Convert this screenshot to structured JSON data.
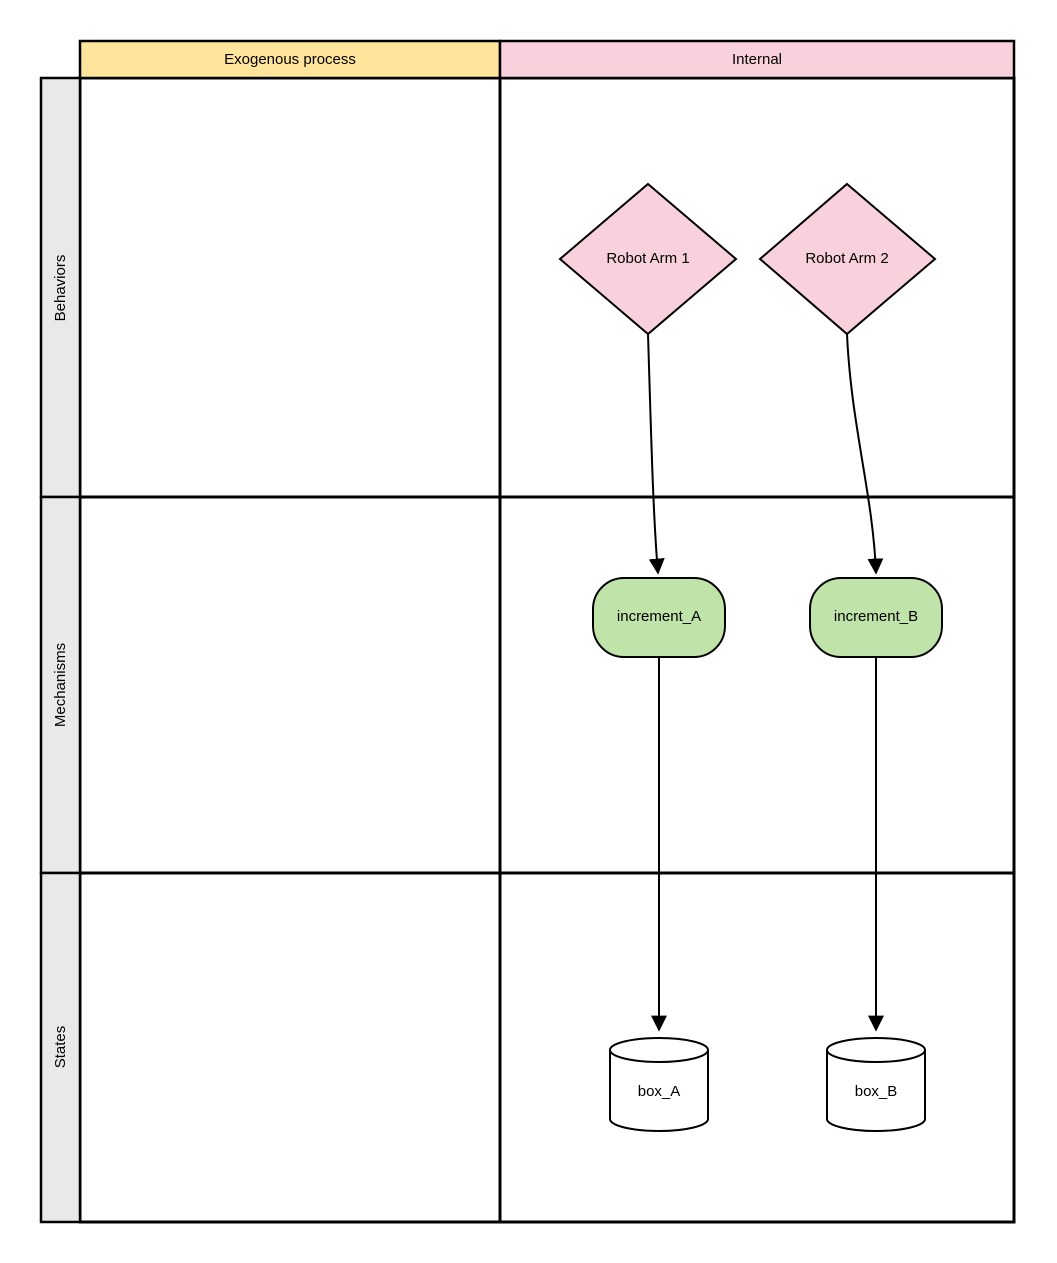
{
  "diagram": {
    "title": "behavior-mechanism-state swimlane diagram",
    "column_headers": [
      {
        "label": "Exogenous process",
        "fill": "#ffe59b"
      },
      {
        "label": "Internal",
        "fill": "#f9d1dc"
      }
    ],
    "row_headers": [
      {
        "label": "Behaviors"
      },
      {
        "label": "Mechanisms"
      },
      {
        "label": "States"
      }
    ],
    "nodes": [
      {
        "id": "robot-arm-1",
        "label": "Robot Arm 1",
        "shape": "diamond",
        "fill": "#f9d1dc",
        "row": "Behaviors",
        "column": "Internal"
      },
      {
        "id": "robot-arm-2",
        "label": "Robot Arm 2",
        "shape": "diamond",
        "fill": "#f9d1dc",
        "row": "Behaviors",
        "column": "Internal"
      },
      {
        "id": "increment-a",
        "label": "increment_A",
        "shape": "rounded-rect",
        "fill": "#bfe3a8",
        "row": "Mechanisms",
        "column": "Internal"
      },
      {
        "id": "increment-b",
        "label": "increment_B",
        "shape": "rounded-rect",
        "fill": "#bfe3a8",
        "row": "Mechanisms",
        "column": "Internal"
      },
      {
        "id": "box-a",
        "label": "box_A",
        "shape": "cylinder",
        "fill": "#ffffff",
        "row": "States",
        "column": "Internal"
      },
      {
        "id": "box-b",
        "label": "box_B",
        "shape": "cylinder",
        "fill": "#ffffff",
        "row": "States",
        "column": "Internal"
      }
    ],
    "edges": [
      {
        "from": "Robot Arm 1",
        "to": "increment_A"
      },
      {
        "from": "Robot Arm 2",
        "to": "increment_B"
      },
      {
        "from": "increment_A",
        "to": "box_A"
      },
      {
        "from": "increment_B",
        "to": "box_B"
      }
    ],
    "colors": {
      "grid_border": "#000000",
      "row_header_fill": "#e9e9e9",
      "yellow_header": "#ffe59b",
      "pink_header": "#f9d1dc",
      "pink_node": "#f9d1dc",
      "green_node": "#bfe3a8",
      "cell_fill": "#ffffff",
      "edge_color": "#000000"
    }
  }
}
